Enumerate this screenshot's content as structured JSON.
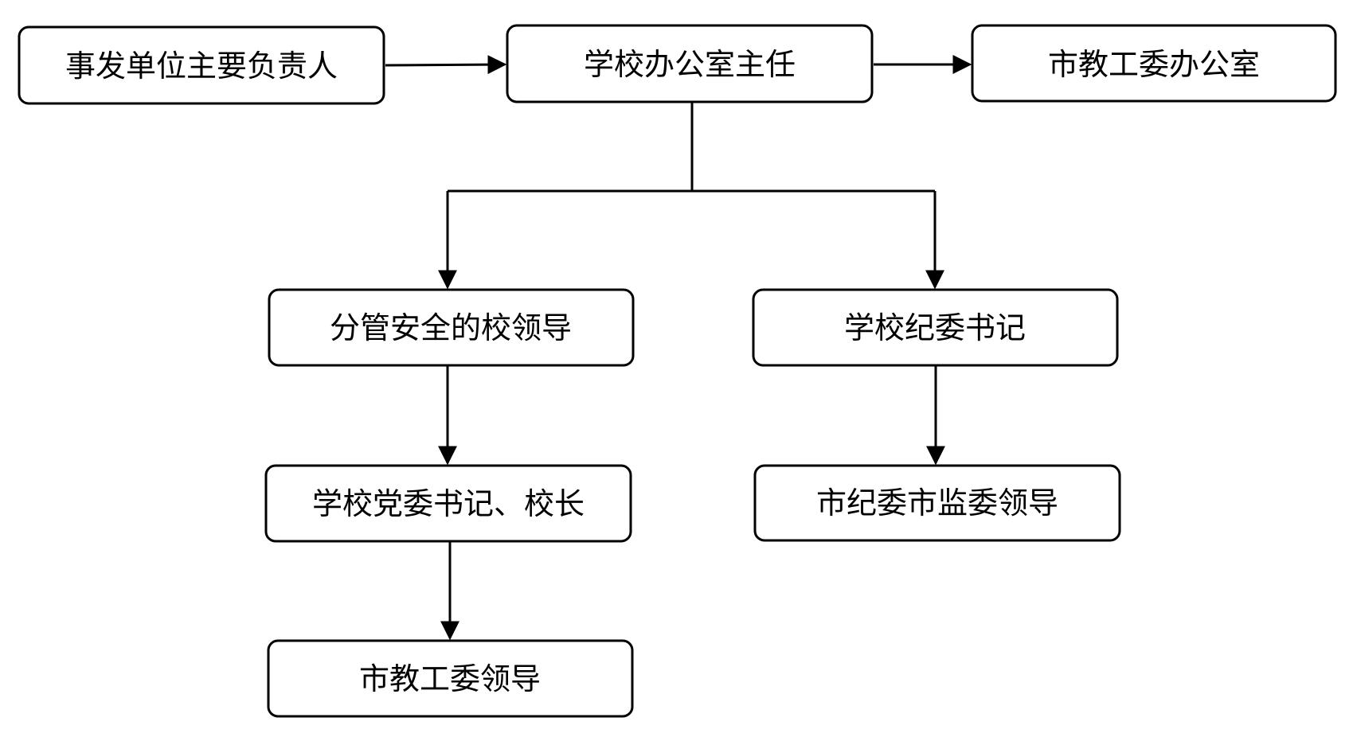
{
  "diagram": {
    "nodes": {
      "responsible": "事发单位主要负责人",
      "office_director": "学校办公室主任",
      "municipal_office": "市教工委办公室",
      "safety_leader": "分管安全的校领导",
      "discipline_secretary": "学校纪委书记",
      "party_secretary_principal": "学校党委书记、校长",
      "municipal_supervision": "市纪委市监委领导",
      "municipal_committee": "市教工委领导"
    }
  }
}
